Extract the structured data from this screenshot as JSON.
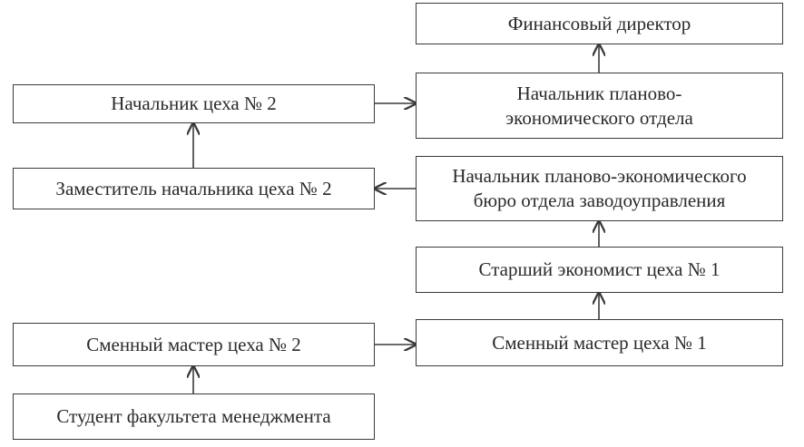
{
  "nodes": {
    "cfo": {
      "lines": [
        "Финансовый директор"
      ]
    },
    "planning_head": {
      "lines": [
        "Начальник планово-",
        "экономического отдела"
      ]
    },
    "bureau_head": {
      "lines": [
        "Начальник планово-экономического",
        "бюро отдела заводоуправления"
      ]
    },
    "senior_economist": {
      "lines": [
        "Старший экономист цеха № 1"
      ]
    },
    "shift_master_1": {
      "lines": [
        "Сменный мастер цеха № 1"
      ]
    },
    "shop2_head": {
      "lines": [
        "Начальник цеха № 2"
      ]
    },
    "shop2_deputy": {
      "lines": [
        "Заместитель начальника цеха № 2"
      ]
    },
    "shift_master_2": {
      "lines": [
        "Сменный мастер цеха № 2"
      ]
    },
    "student": {
      "lines": [
        "Студент факультета менеджмента"
      ]
    }
  },
  "edges": [
    {
      "from": "student",
      "to": "shift_master_2"
    },
    {
      "from": "shift_master_2",
      "to": "shift_master_1"
    },
    {
      "from": "shift_master_1",
      "to": "senior_economist"
    },
    {
      "from": "senior_economist",
      "to": "bureau_head"
    },
    {
      "from": "bureau_head",
      "to": "shop2_deputy"
    },
    {
      "from": "shop2_deputy",
      "to": "shop2_head"
    },
    {
      "from": "shop2_head",
      "to": "planning_head"
    },
    {
      "from": "planning_head",
      "to": "cfo"
    }
  ]
}
